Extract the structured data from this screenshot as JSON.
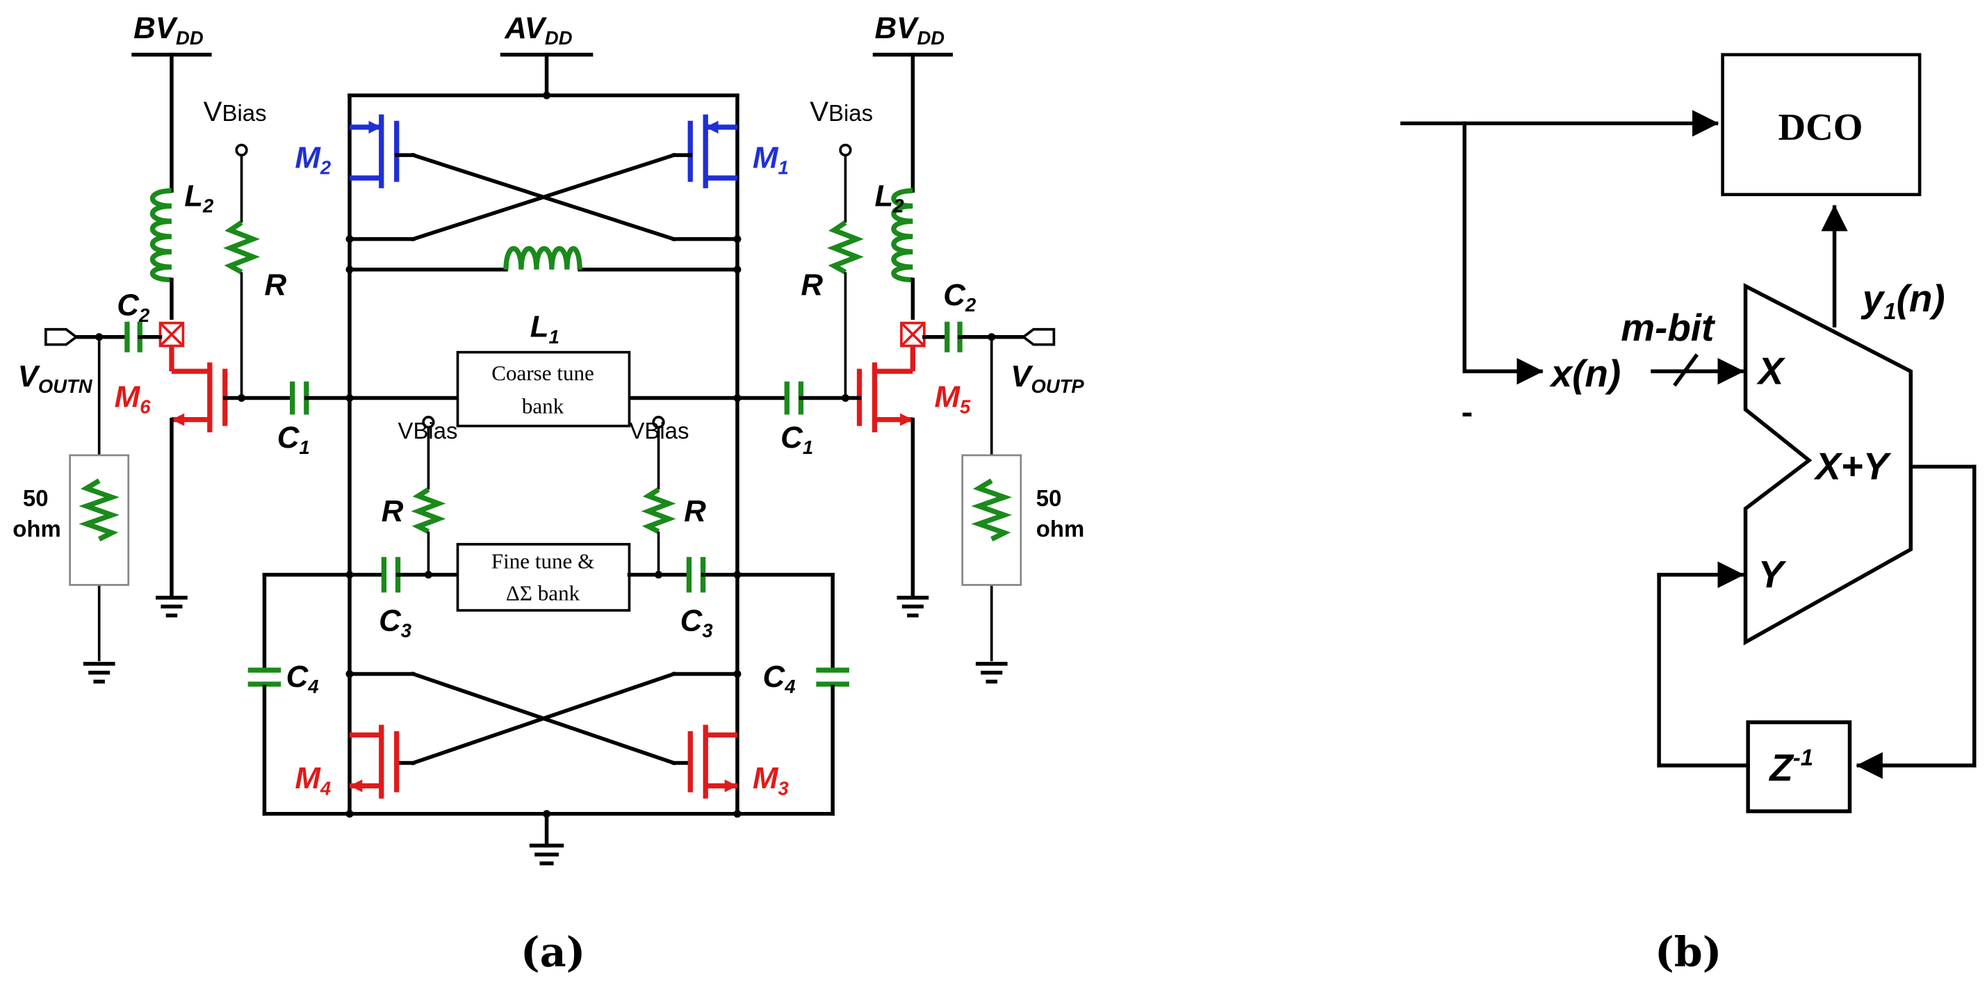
{
  "panel_a": {
    "caption": "(a)",
    "supply_left": "BV",
    "supply_left_sub": "DD",
    "supply_mid": "AV",
    "supply_mid_sub": "DD",
    "supply_right": "BV",
    "supply_right_sub": "DD",
    "vbias": "V",
    "vbias_sub": "Bias",
    "m1": "M",
    "m1_sub": "1",
    "m2": "M",
    "m2_sub": "2",
    "m3": "M",
    "m3_sub": "3",
    "m4": "M",
    "m4_sub": "4",
    "m5": "M",
    "m5_sub": "5",
    "m6": "M",
    "m6_sub": "6",
    "l1": "L",
    "l1_sub": "1",
    "l2": "L",
    "l2_sub": "2",
    "c1": "C",
    "c1_sub": "1",
    "c2": "C",
    "c2_sub": "2",
    "c3": "C",
    "c3_sub": "3",
    "c4": "C",
    "c4_sub": "4",
    "r": "R",
    "voutn": "V",
    "voutn_sub": "OUTN",
    "voutp": "V",
    "voutp_sub": "OUTP",
    "load_value": "50",
    "load_unit": "ohm",
    "coarse_line1": "Coarse tune",
    "coarse_line2": "bank",
    "fine_line1": "Fine tune &",
    "fine_line2": "ΔΣ bank",
    "colors": {
      "pmos": "#1f2fd6",
      "nmos": "#e01a1a",
      "passive": "#1a8a1a"
    }
  },
  "panel_b": {
    "caption": "(b)",
    "dco_label": "DCO",
    "input_label": "x(n)",
    "bus_label": "m-bit",
    "adder_in_x": "X",
    "adder_in_y": "Y",
    "adder_out": "X+Y",
    "output_label": "y",
    "output_sub": "1",
    "output_suffix": "(n)",
    "delay_label": "Z",
    "delay_sup": "-1"
  }
}
